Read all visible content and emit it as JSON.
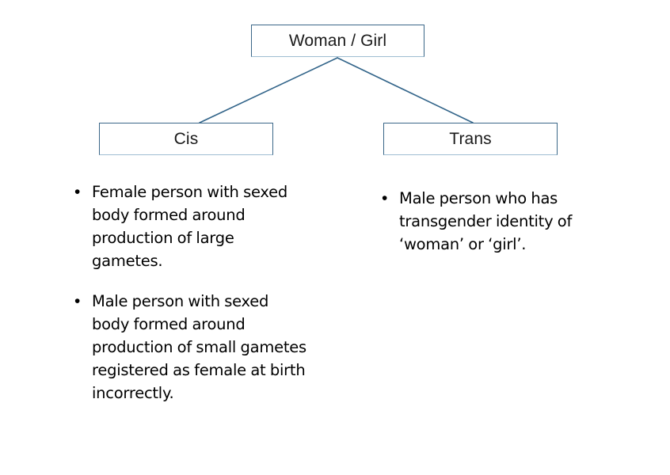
{
  "diagram": {
    "type": "tree",
    "colors": {
      "box_border": "#3b6788",
      "box_border_bottom": "#9fbdd2",
      "connector_line": "#33658a",
      "text": "#000000",
      "background": "#ffffff"
    },
    "nodes": {
      "root": {
        "label": "Woman / Girl"
      },
      "left": {
        "label": "Cis"
      },
      "right": {
        "label": "Trans"
      }
    },
    "columns": {
      "left": {
        "bullet_marker": "•",
        "items": [
          "Female person with sexed body formed around production of large gametes.",
          "Male person with sexed body formed around production of small gametes registered as female at birth incorrectly."
        ]
      },
      "right": {
        "bullet_marker": "•",
        "items": [
          "Male person who has transgender identity of ‘woman’ or ‘girl’."
        ]
      }
    }
  }
}
